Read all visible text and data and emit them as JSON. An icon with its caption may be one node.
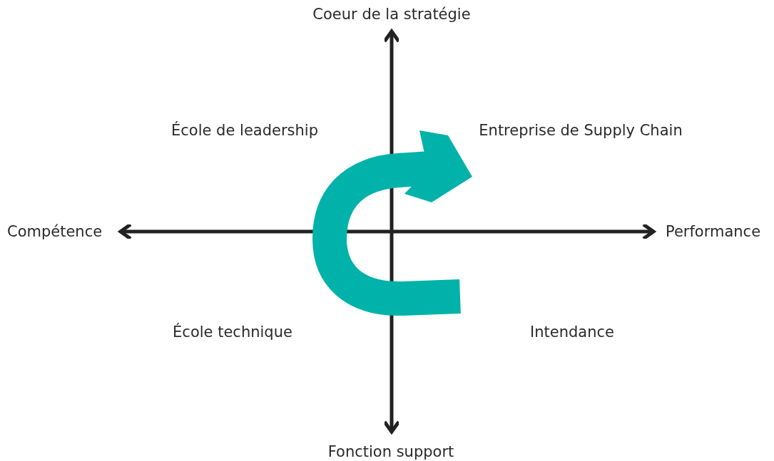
{
  "diagram": {
    "labels": [
      "Coeur de la stratégie",
      "École de leadership",
      "Entreprise de Supply Chain",
      "Compétence",
      "Performance",
      "École technique",
      "Intendance",
      "Fonction support"
    ]
  }
}
